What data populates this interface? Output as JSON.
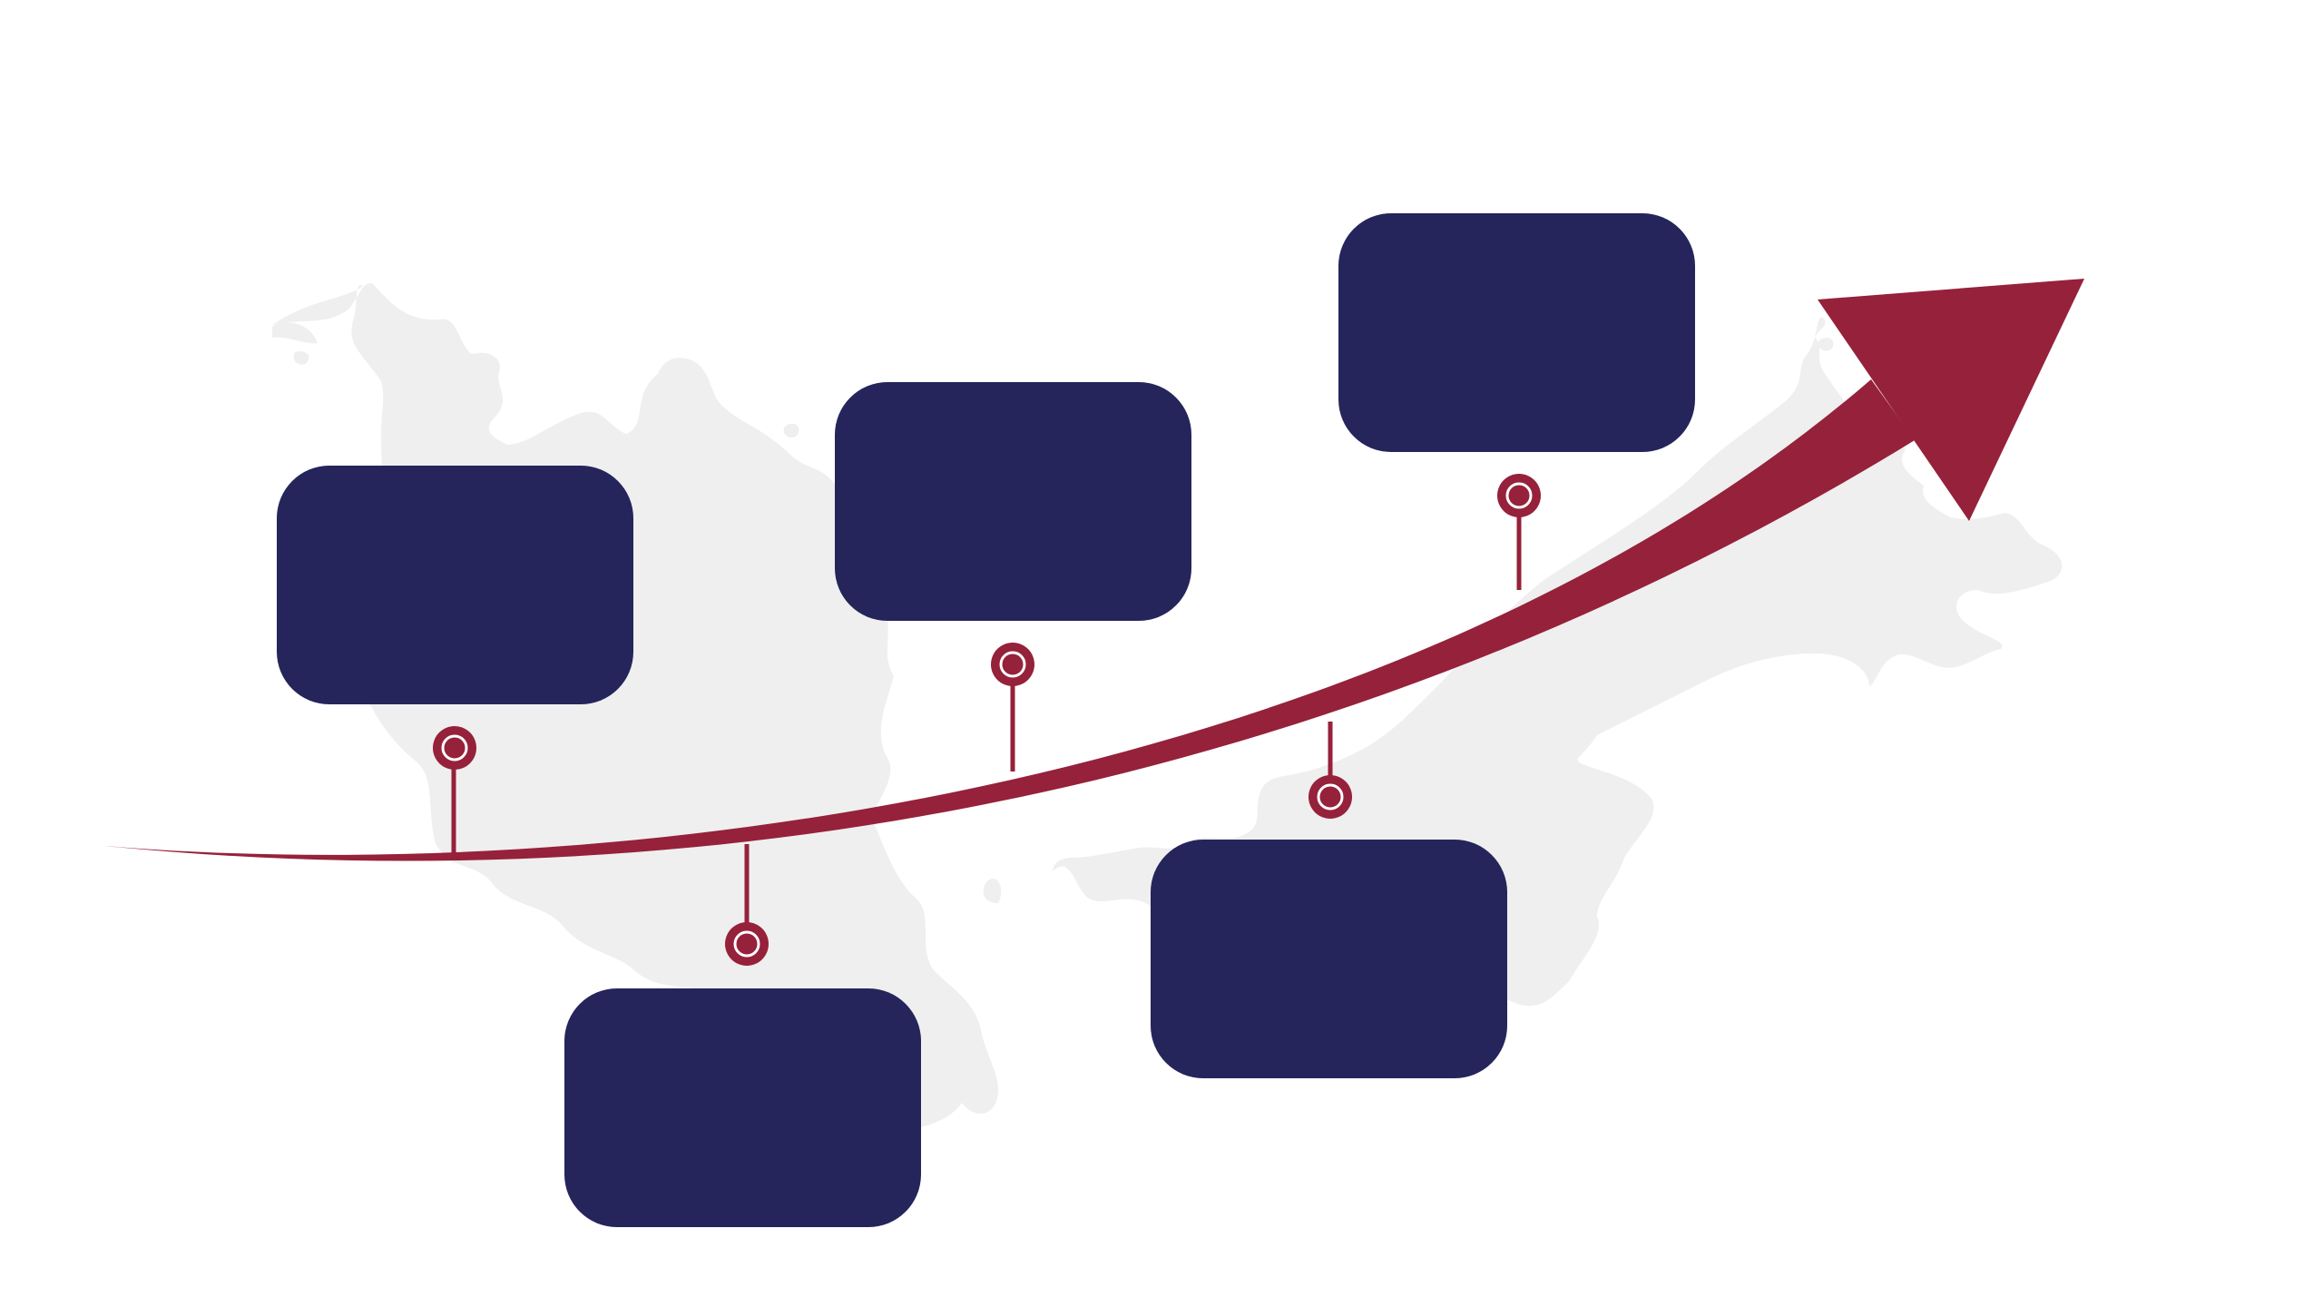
{
  "colors": {
    "background": "#ffffff",
    "map": "#efefef",
    "accent": "#96213a",
    "card": "#25255c",
    "marker_inner": "#ffffff"
  },
  "icons": {
    "background": "world-map-silhouette",
    "marker": "target-ring-marker",
    "trend": "upward-growth-arrow"
  },
  "cards": [
    {
      "text": ""
    },
    {
      "text": ""
    },
    {
      "text": ""
    },
    {
      "text": ""
    },
    {
      "text": ""
    }
  ]
}
